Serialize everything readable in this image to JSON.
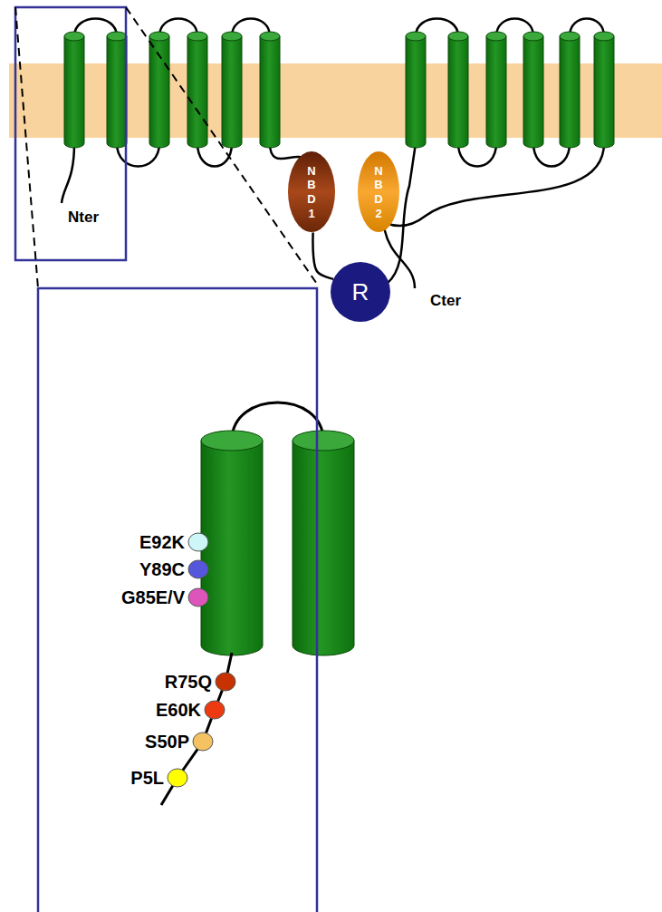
{
  "diagram": {
    "nodes": [
      {
        "text": [
          "N B D 1"
        ]
      },
      {
        "text": [
          "N B D 2"
        ]
      },
      {
        "text": [
          "R"
        ]
      }
    ],
    "edges": [
      {
        "from": 0,
        "to": 2,
        "arrow": "none"
      }
    ],
    "labels": [
      "Nter",
      "Cter",
      "E92K",
      "Y89C",
      "G85E/V",
      "R75Q",
      "E60K",
      "S50P",
      "P5L"
    ]
  }
}
